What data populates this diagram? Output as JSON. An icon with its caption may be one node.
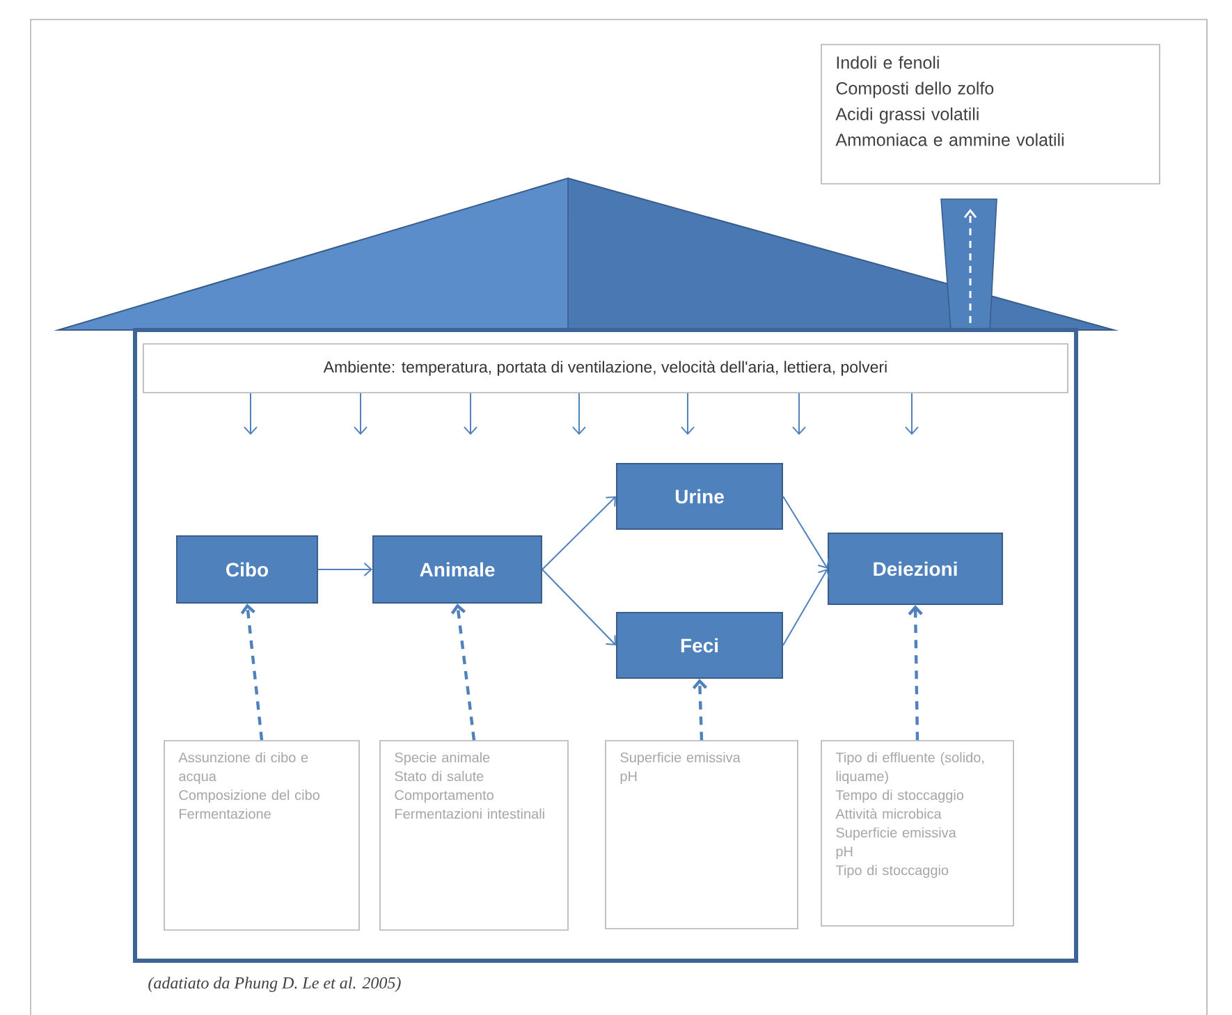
{
  "diagram": {
    "caption": "(adatiato da Phung D. Le et al. 2005)",
    "nodes": [
      {
        "text": [
          "Indoli e fenoli",
          "Composti dello zolfo",
          "Acidi grassi volatili",
          "Ammoniaca e ammine volatili"
        ]
      },
      {
        "text": [
          "Ambiente: temperatura, portata di ventilazione, velocità dell'aria, lettiera, polveri"
        ]
      },
      {
        "text": [
          "Cibo"
        ]
      },
      {
        "text": [
          "Animale"
        ]
      },
      {
        "text": [
          "Urine"
        ]
      },
      {
        "text": [
          "Feci"
        ]
      },
      {
        "text": [
          "Deiezioni"
        ]
      },
      {
        "text": [
          "Assunzione di cibo e acqua",
          "Composizione del cibo",
          "Fermentazione"
        ]
      },
      {
        "text": [
          "Specie animale",
          "Stato di salute",
          "Comportamento",
          "Fermentazioni intestinali"
        ]
      },
      {
        "text": [
          "Superficie emissiva",
          "pH"
        ]
      },
      {
        "text": [
          "Tipo di effluente (solido, liquame)",
          "Tempo di stoccaggio",
          "Attività microbica",
          "Superficie emissiva",
          "pH",
          "Tipo di stoccaggio"
        ]
      }
    ],
    "edges": [
      {
        "from": 1,
        "to": null,
        "arrow": "to"
      },
      {
        "from": 1,
        "to": null,
        "arrow": "to"
      },
      {
        "from": 1,
        "to": null,
        "arrow": "to"
      },
      {
        "from": 1,
        "to": null,
        "arrow": "to"
      },
      {
        "from": 1,
        "to": null,
        "arrow": "to"
      },
      {
        "from": 1,
        "to": null,
        "arrow": "to"
      },
      {
        "from": 1,
        "to": null,
        "arrow": "to"
      },
      {
        "from": 2,
        "to": 3,
        "arrow": "to"
      },
      {
        "from": 3,
        "to": 4,
        "arrow": "to"
      },
      {
        "from": 3,
        "to": 5,
        "arrow": "to"
      },
      {
        "from": 4,
        "to": 6,
        "arrow": "to"
      },
      {
        "from": 5,
        "to": 6,
        "arrow": "to"
      },
      {
        "from": 7,
        "to": 2,
        "arrow": "to",
        "style": "dashed"
      },
      {
        "from": 8,
        "to": 3,
        "arrow": "to",
        "style": "dashed"
      },
      {
        "from": 9,
        "to": 5,
        "arrow": "to",
        "style": "dashed"
      },
      {
        "from": 10,
        "to": 6,
        "arrow": "to",
        "style": "dashed"
      }
    ]
  }
}
